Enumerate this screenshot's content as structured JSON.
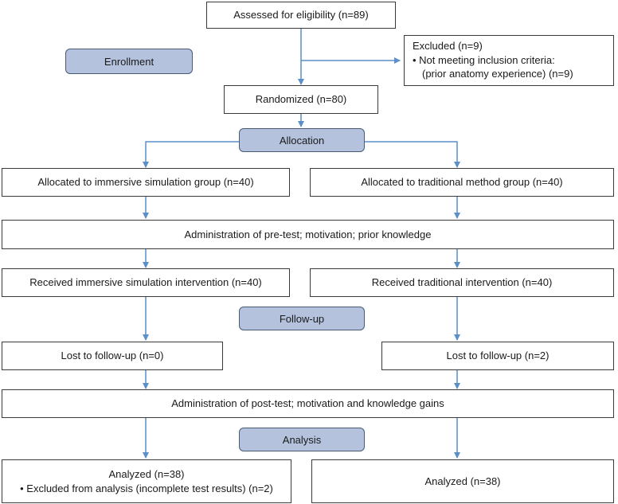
{
  "stages": {
    "enrollment": "Enrollment",
    "allocation": "Allocation",
    "followup": "Follow-up",
    "analysis": "Analysis"
  },
  "enrollment": {
    "assessed": "Assessed for eligibility (n=89)",
    "excluded_title": "Excluded (n=9)",
    "excluded_line1": "• Not meeting inclusion criteria:",
    "excluded_line2": "(prior anatomy experience) (n=9)",
    "randomized": "Randomized (n=80)"
  },
  "allocation": {
    "left": "Allocated to immersive simulation group (n=40)",
    "right": "Allocated to traditional method group (n=40)",
    "pretest": "Administration of pre-test; motivation; prior knowledge",
    "left_intervention": "Received immersive simulation intervention (n=40)",
    "right_intervention": "Received traditional intervention (n=40)"
  },
  "followup": {
    "left": "Lost to follow-up (n=0)",
    "right": "Lost to follow-up (n=2)",
    "posttest": "Administration of post-test; motivation and knowledge gains"
  },
  "analysis": {
    "left_title": "Analyzed (n=38)",
    "left_excluded": "• Excluded from analysis (incomplete test results) (n=2)",
    "right": "Analyzed (n=38)"
  },
  "colors": {
    "arrow": "#5b8fc7",
    "stage_fill": "#b4c2de",
    "box_border": "#3a3a3a"
  }
}
